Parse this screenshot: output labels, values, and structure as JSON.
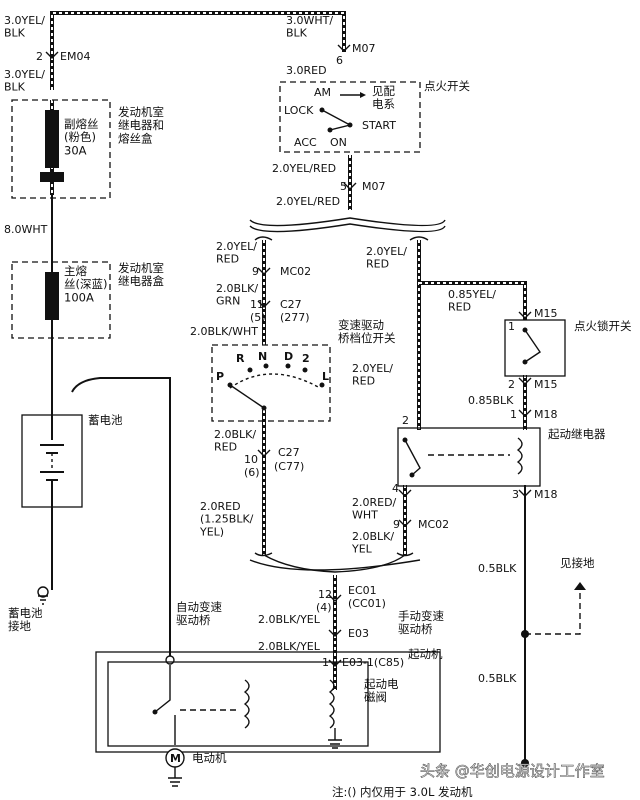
{
  "wire_labels": {
    "top_left_yel_blk": "3.0YEL/\nBLK",
    "em04": "EM04",
    "em04_pin": "2",
    "top_left_yel_blk2": "3.0YEL/\nBLK",
    "top_wht_blk": "3.0WHT/\nBLK",
    "m07_top": "M07",
    "m07_pin": "6",
    "red_30": "3.0RED",
    "wht_80": "8.0WHT",
    "yel_red_20a": "2.0YEL/RED",
    "m07_mid": "M07",
    "m07_mid_pin": "5",
    "yel_red_20b": "2.0YEL/RED",
    "left_yel_red": "2.0YEL/\nRED",
    "mc02": "MC02",
    "mc02_pin": "9",
    "blk_grn": "2.0BLK/\nGRN",
    "c27_top": "C27",
    "c27_top_alt": "(277)",
    "c27_pin": "11",
    "c27_pin_alt": "(5)",
    "blk_wht": "2.0BLK/WHT",
    "blk_red": "2.0BLK/\nRED",
    "c27_bot": "C27",
    "c27_bot_alt": "(C77)",
    "c27_bot_pin": "10",
    "c27_bot_pin_alt": "(6)",
    "red_125": "2.0RED\n(1.25BLK/\nYEL)",
    "right_yel_red": "2.0YEL/\nRED",
    "yel_red_085": "0.85YEL/\nRED",
    "m15_top": "M15",
    "m15_top_pin": "1",
    "m15_bot": "M15",
    "m15_bot_pin": "2",
    "blk_085": "0.85BLK",
    "m18_top": "M18",
    "m18_top_pin": "1",
    "pin_2": "2",
    "pin_4": "4",
    "m18_bot": "M18",
    "m18_bot_pin": "3",
    "red_wht": "2.0RED/\nWHT",
    "mc02_b": "MC02",
    "mc02_b_pin": "9",
    "blk_yel_a": "2.0BLK/\nYEL",
    "mid_yel_red": "2.0YEL/\nRED",
    "blk_05a": "0.5BLK",
    "blk_05b": "0.5BLK",
    "ec01": "EC01",
    "ec01_alt": "(CC01)",
    "ec01_pin": "12",
    "ec01_pin_alt": "(4)",
    "blk_yel_b": "2.0BLK/YEL",
    "e03": "E03",
    "blk_yel_c": "2.0BLK/YEL",
    "e03_1": "E03-1(C85)",
    "e03_1_pin": "1"
  },
  "component_labels": {
    "engine_relay_fuse_box": "发动机室\n继电器和\n熔丝盒",
    "sub_fuse": "副熔丝\n(粉色)\n30A",
    "engine_relay_box": "发动机室\n继电器盒",
    "main_fuse": "主熔\n丝(深蓝)\n100A",
    "battery": "蓄电池",
    "battery_ground": "蓄电池\n接地",
    "ignition_switch": "点火开关",
    "see_power": "见配\n电系",
    "am": "AM",
    "lock": "LOCK",
    "start": "START",
    "acc": "ACC",
    "on": "ON",
    "range_switch": "变速驱动\n桥档位开关",
    "gear_p": "P",
    "gear_r": "R",
    "gear_n": "N",
    "gear_d": "D",
    "gear_2": "2",
    "gear_l": "L",
    "ign_lock_switch": "点火锁开关",
    "starter_relay": "起动继电器",
    "see_ground": "见接地",
    "auto_transaxle": "自动变速\n驱动桥",
    "manual_transaxle": "手动变速\n驱动桥",
    "starter": "起动机",
    "starter_solenoid": "起动电\n磁阀",
    "motor": "电动机",
    "motor_symbol": "M"
  },
  "note": "注:() 内仅用于 3.0L 发动机",
  "watermark": "头条 @华创电源设计工作室"
}
